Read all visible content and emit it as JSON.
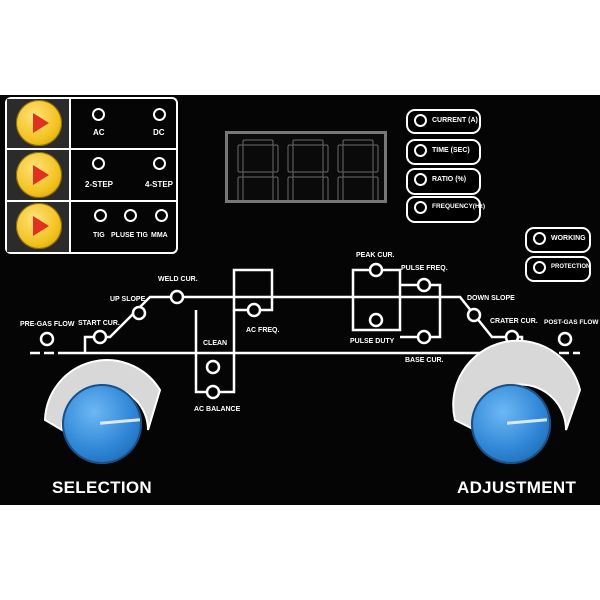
{
  "mode_groups": [
    {
      "options": [
        "AC",
        "DC"
      ]
    },
    {
      "options": [
        "2-STEP",
        "4-STEP"
      ]
    },
    {
      "options": [
        "TIG",
        "PLUSE TIG",
        "MMA"
      ]
    }
  ],
  "display": {
    "digits": [
      "8.",
      "8.",
      "8"
    ]
  },
  "meters": [
    "CURRENT (A)",
    "TIME (SEC)",
    "RATIO (%)",
    "FREQUENCY(Hz)"
  ],
  "status": [
    "WORKING",
    "PROTECTION"
  ],
  "parameters": {
    "pre_gas_flow": "PRE-GAS FLOW",
    "start_cur": "START CUR.",
    "up_slope": "UP SLOPE",
    "weld_cur": "WELD CUR.",
    "ac_freq": "AC FREQ.",
    "clean": "CLEAN",
    "ac_balance": "AC BALANCE",
    "peak_cur": "PEAK CUR.",
    "pulse_freq": "PULSE FREQ.",
    "pulse_duty": "PULSE DUTY",
    "base_cur": "BASE CUR.",
    "down_slope": "DOWN SLOPE",
    "crater_cur": "CRATER CUR.",
    "post_gas_flow": "POST-GAS FLOW"
  },
  "knobs": {
    "selection": "SELECTION",
    "adjustment": "ADJUSTMENT"
  },
  "colors": {
    "panel": "#050505",
    "button": "#f2c21e",
    "arrow": "#e0301e",
    "knob": "#2f86d6",
    "line": "#ffffff"
  }
}
